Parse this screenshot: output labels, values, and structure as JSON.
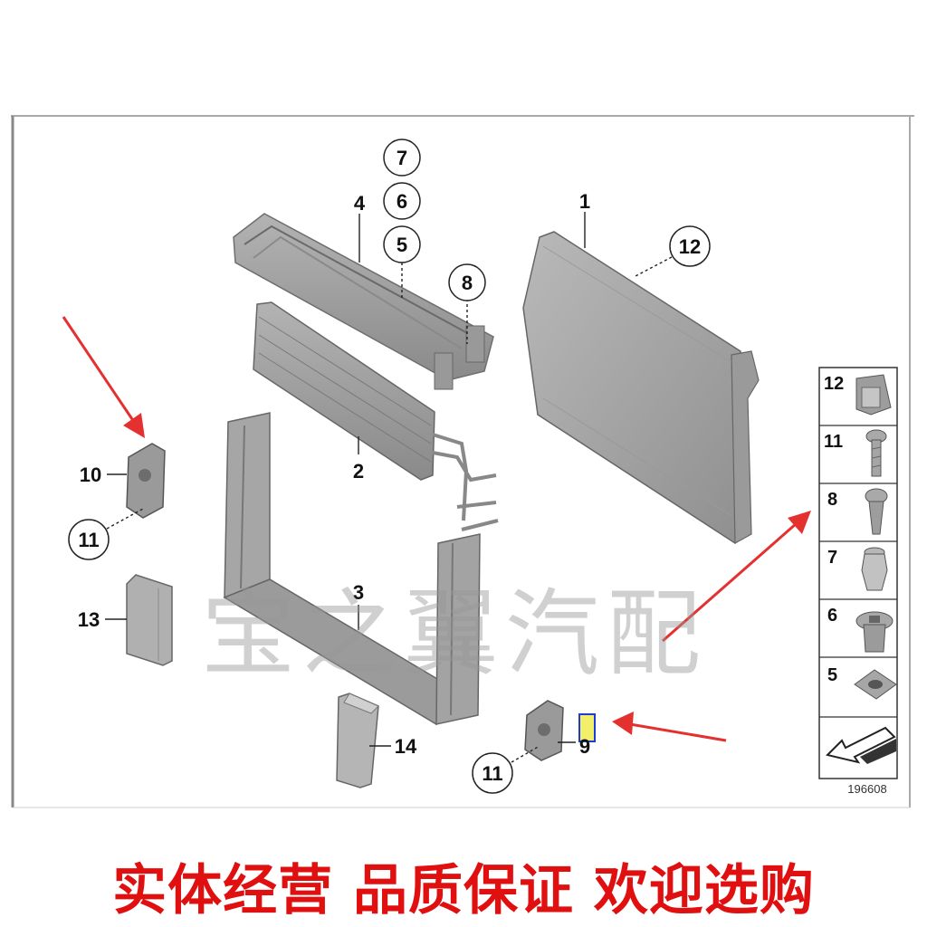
{
  "callouts": {
    "c7": "7",
    "c6": "6",
    "c5": "5",
    "c8": "8",
    "c12": "12",
    "l4": "4",
    "l1": "1",
    "l2": "2",
    "l3": "3",
    "l10": "10",
    "c11a": "11",
    "l13": "13",
    "l14": "14",
    "c11b": "11",
    "l9": "9"
  },
  "legend": {
    "items": [
      {
        "number": "12",
        "icon": "clip-icon"
      },
      {
        "number": "11",
        "icon": "screw-icon"
      },
      {
        "number": "8",
        "icon": "rivet-icon"
      },
      {
        "number": "7",
        "icon": "expanding-nut-icon"
      },
      {
        "number": "6",
        "icon": "grommet-icon"
      },
      {
        "number": "5",
        "icon": "washer-icon"
      }
    ],
    "direction_icon": "forward-arrow-icon"
  },
  "reference_code": "196608",
  "watermark_text": "宝之翼汽配",
  "slogan_text": "实体经营 品质保证 欢迎选购",
  "colors": {
    "part_fill": "#a9a9a9",
    "part_dark": "#7d7d7d",
    "arrow_red": "#e53030",
    "slogan_red": "#e01010",
    "highlight_yellow": "#f2ef6a"
  }
}
